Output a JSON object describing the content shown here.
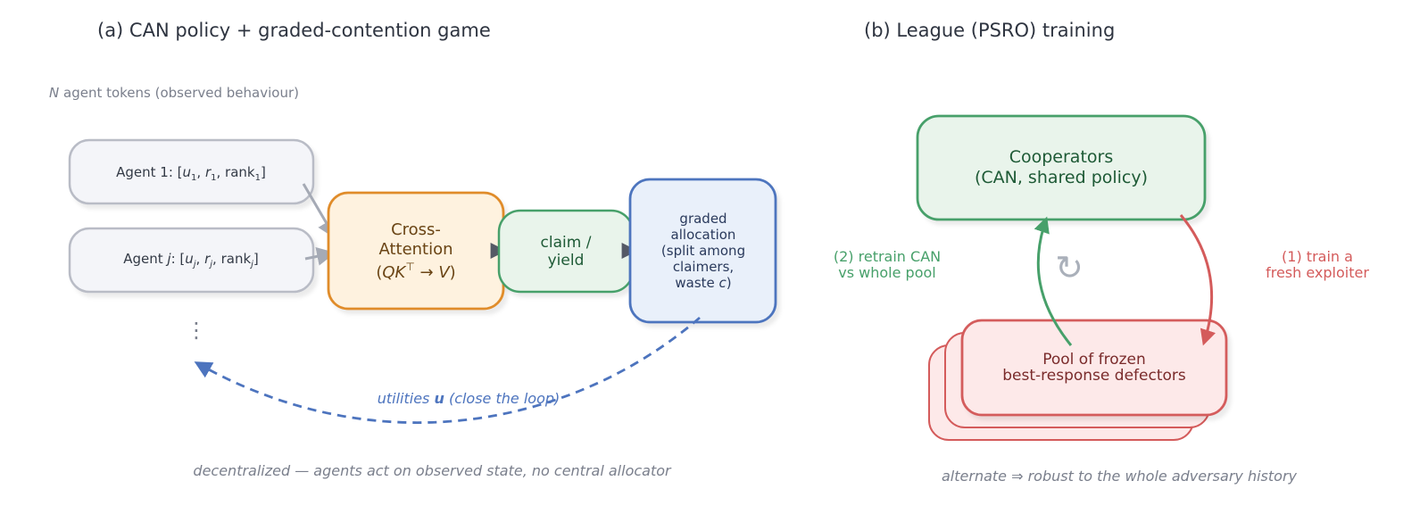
{
  "panel_a": {
    "title": "(a)  CAN policy + graded-contention game",
    "tokens_label_var": "N",
    "tokens_label_rest": " agent tokens  (observed behaviour)",
    "agent1": {
      "prefix": "Agent 1:  [",
      "u": "u",
      "sub1": "1",
      "sep1": ", ",
      "r": "r",
      "sub2": "1",
      "rank": ", rank",
      "sub3": "1",
      "close": "]"
    },
    "agentj": {
      "prefix": "Agent ",
      "j": "j",
      "colon": ":  [",
      "u": "u",
      "subj1": "j",
      "sep1": ", ",
      "r": "r",
      "subj2": "j",
      "rank": ", rank",
      "subj3": "j",
      "close": "]"
    },
    "vdots": "⋮",
    "cross_attention": {
      "line1": "Cross-",
      "line2": "Attention",
      "formula_open": "(",
      "q": "QK",
      "sup": "⊤",
      "arrow": " → ",
      "v": "V",
      "formula_close": ")"
    },
    "claim_yield": {
      "line1": "claim /",
      "line2": "yield"
    },
    "graded": {
      "line1": "graded",
      "line2": "allocation",
      "line3": "(split among",
      "line4": "claimers,",
      "line5_pre": "waste ",
      "line5_c": "c",
      "line5_post": ")"
    },
    "utilities": {
      "pre": "utilities ",
      "u": "u",
      "post": "  (close the loop)"
    },
    "caption": "decentralized — agents act on observed state, no central allocator"
  },
  "panel_b": {
    "title": "(b)  League (PSRO) training",
    "cooperators": {
      "line1": "Cooperators",
      "line2": "(CAN, shared policy)"
    },
    "pool": {
      "line1": "Pool of frozen",
      "line2": "best-response defectors"
    },
    "retrain": {
      "line1": "(2) retrain CAN",
      "line2": "vs whole pool"
    },
    "exploiter": {
      "line1": "(1) train a",
      "line2": "fresh exploiter"
    },
    "cycle_glyph": "↻",
    "caption_pre": "alternate ",
    "caption_sym": "⇒",
    "caption_post": " robust to the whole adversary history"
  },
  "colors": {
    "title": "#2e3440",
    "muted": "#7a7f8c",
    "agent_fill": "#f4f5f9",
    "agent_stroke": "#b9bcc6",
    "orange_fill": "#fef2df",
    "orange_stroke": "#e08c2b",
    "orange_text": "#6a4414",
    "green_fill": "#e9f4eb",
    "green_stroke": "#47a06a",
    "green_text": "#1e5a36",
    "blue_fill": "#e9f0fa",
    "blue_stroke": "#4d74be",
    "blue_text": "#2a3a5c",
    "red_fill": "#fde9e9",
    "red_stroke": "#d45b5b",
    "red_text": "#7a2b2b"
  }
}
